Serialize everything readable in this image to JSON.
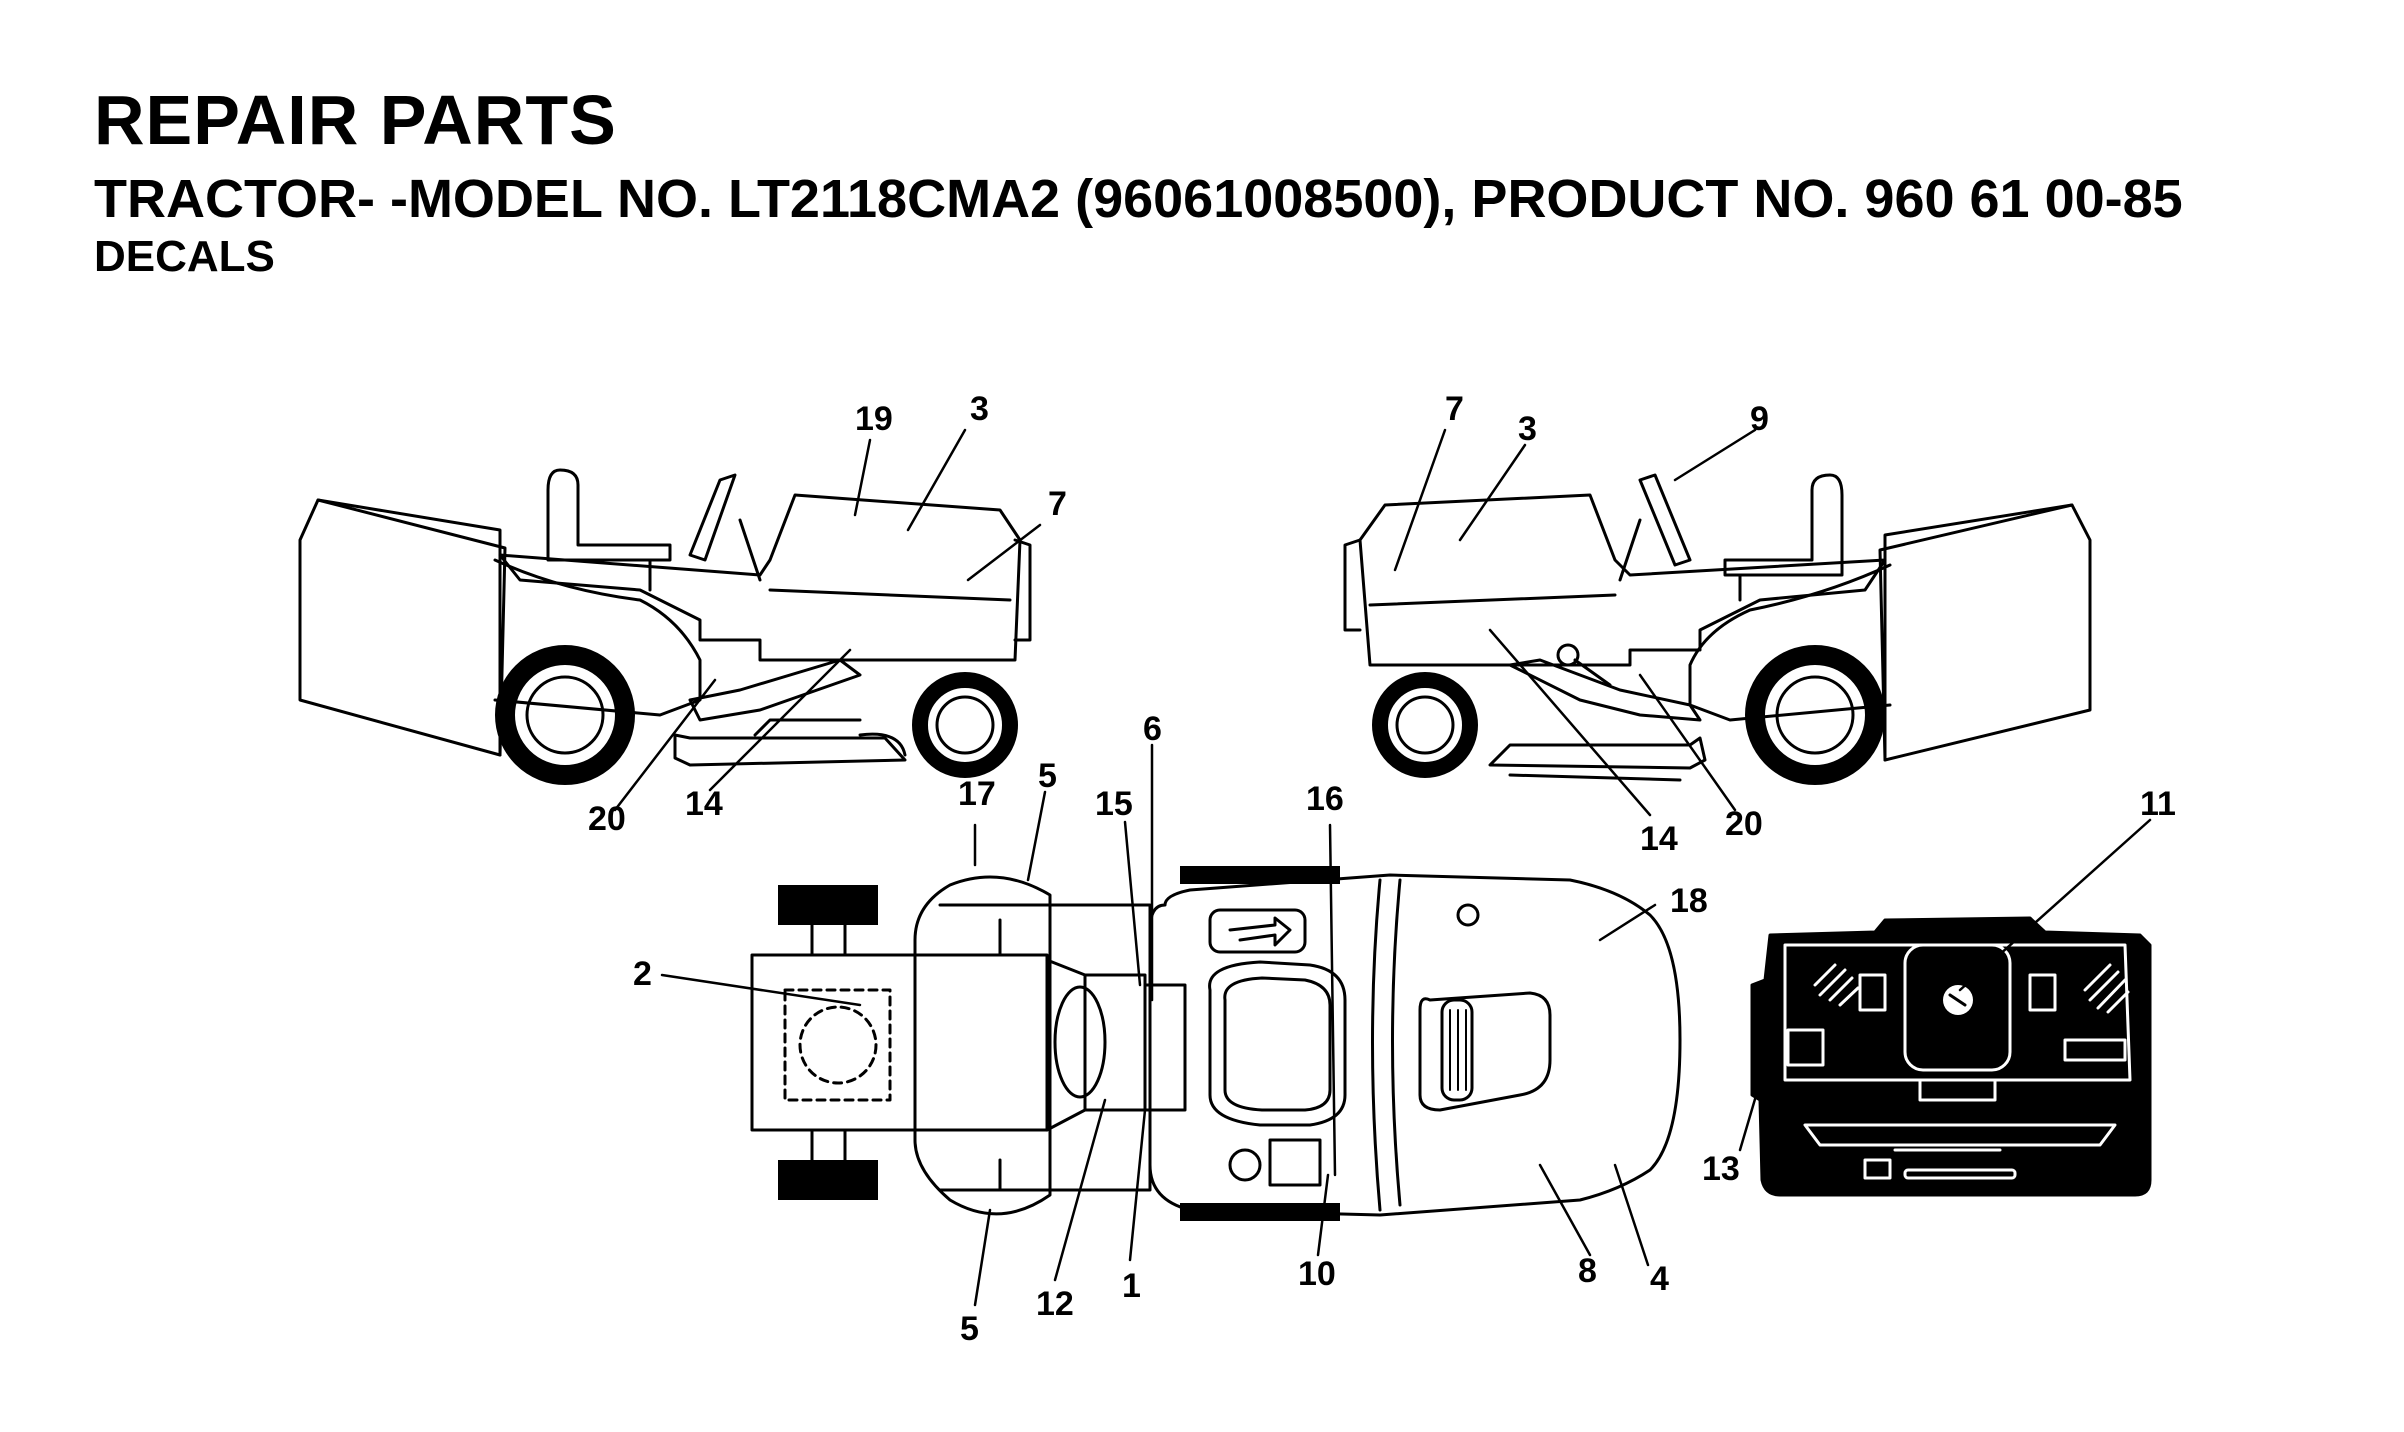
{
  "header": {
    "title": "REPAIR PARTS",
    "subtitle": "TRACTOR- -MODEL NO. LT2118CMA2 (96061008500), PRODUCT NO. 960 61 00-85",
    "section": "DECALS"
  },
  "callouts": {
    "left_view": [
      "19",
      "3",
      "7",
      "20",
      "14"
    ],
    "right_view": [
      "7",
      "3",
      "9",
      "14",
      "20"
    ],
    "top_view": [
      "17",
      "5",
      "15",
      "6",
      "16",
      "18",
      "2",
      "12",
      "1",
      "10",
      "8",
      "4",
      "5"
    ],
    "dash_view": [
      "11",
      "13"
    ]
  }
}
